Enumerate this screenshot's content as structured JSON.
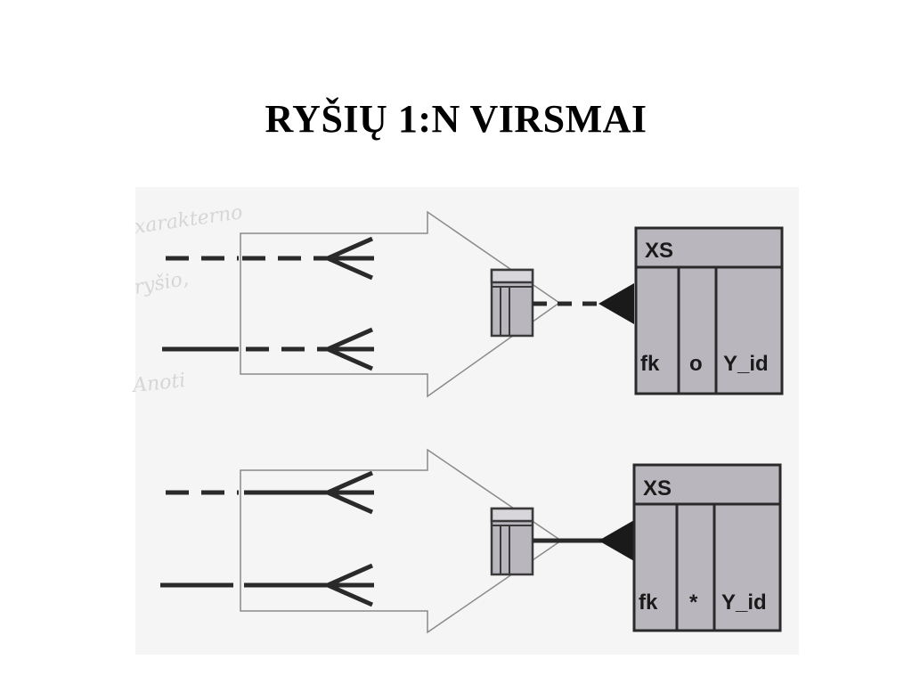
{
  "title": "RYŠIŲ 1:N VIRSMAI",
  "colors": {
    "table_fill": "#b9b6bd",
    "table_border": "#3a3a3a",
    "line": "#2a2a2a",
    "arrow_outline": "#8a8a8a",
    "scan_background": "#f5f5f5"
  },
  "diagrams": [
    {
      "connector_style": "dashed",
      "lines": [
        {
          "left_part": "dashed",
          "right_part": "dashed"
        },
        {
          "left_part": "solid",
          "right_part": "dashed"
        }
      ],
      "table": {
        "name": "XS",
        "columns": [
          "fk",
          "o",
          "Y_id"
        ]
      }
    },
    {
      "connector_style": "solid",
      "lines": [
        {
          "left_part": "dashed",
          "right_part": "solid"
        },
        {
          "left_part": "solid",
          "right_part": "solid"
        }
      ],
      "table": {
        "name": "XS",
        "columns": [
          "fk",
          "*",
          "Y_id"
        ]
      }
    }
  ],
  "scan_notes": [
    "xarakterno",
    "ryšio,",
    "Anoti"
  ]
}
